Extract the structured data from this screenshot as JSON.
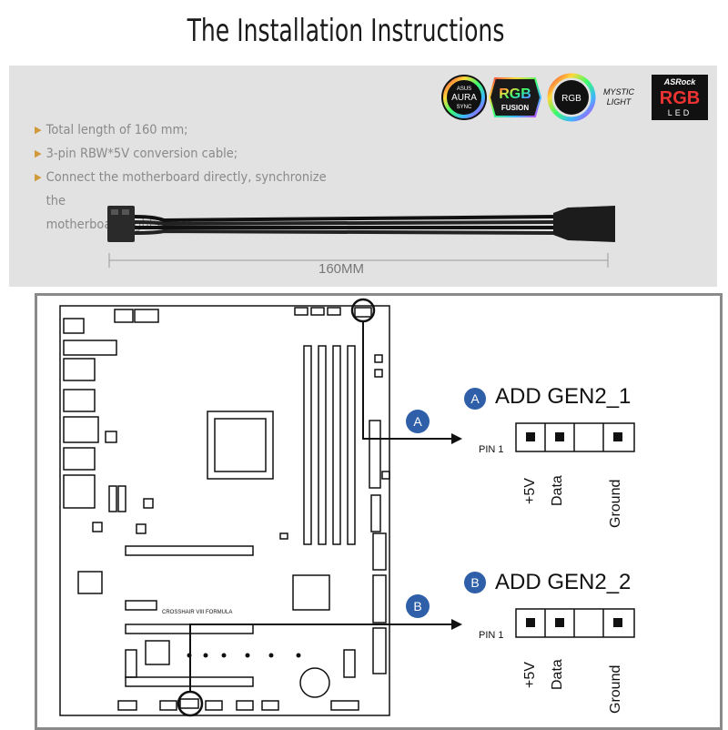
{
  "title": "The Installation Instructions",
  "bullets": [
    "Total length of 160 mm;",
    "3-pin RBW*5V conversion cable;",
    "Connect the motherboard directly, synchronize the",
    "motherboard light effect."
  ],
  "logos": {
    "aura_line1": "ASUS",
    "aura_line2": "AURA",
    "aura_line3": "SYNC",
    "rgb_fusion_top": "RGB",
    "rgb_fusion_bottom": "FUSION",
    "mystic_circle": "RGB",
    "mystic_line1": "MYSTIC",
    "mystic_line2": "LIGHT",
    "asrock_brand": "ASRock",
    "asrock_rgb": "RGB",
    "asrock_led": "LED"
  },
  "cable_length": "160MM",
  "board_label": "CROSSHAIR VIII FORMULA",
  "headers": [
    {
      "badge": "A",
      "title": "ADD GEN2_1",
      "pin1": "PIN 1",
      "pins": [
        "+5V",
        "Data",
        "Ground"
      ]
    },
    {
      "badge": "B",
      "title": "ADD GEN2_2",
      "pin1": "PIN 1",
      "pins": [
        "+5V",
        "Data",
        "Ground"
      ]
    }
  ],
  "colors": {
    "accent_blue": "#2e5fa8",
    "bullet_triangle": "#d09a3a",
    "panel_gray": "#e2e2e2"
  }
}
